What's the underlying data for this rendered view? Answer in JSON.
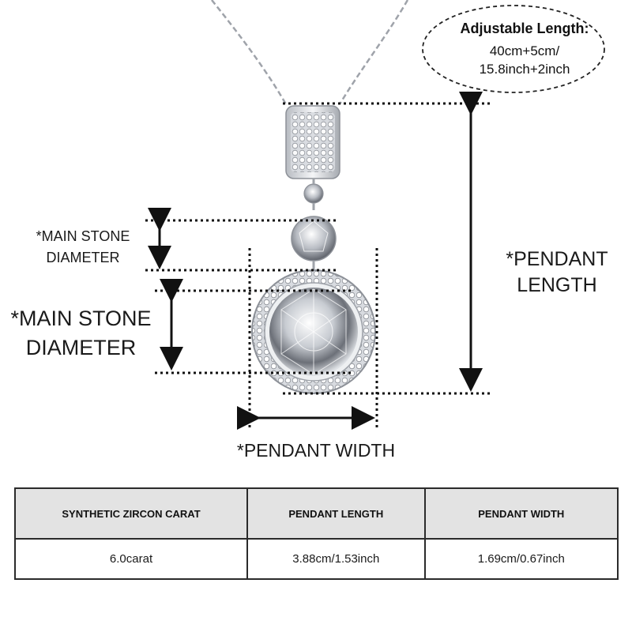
{
  "callout": {
    "title": "Adjustable Length:",
    "line1": "40cm+5cm/",
    "line2": "15.8inch+2inch"
  },
  "labels": {
    "main_stone_small": [
      "*MAIN STONE",
      "DIAMETER"
    ],
    "main_stone_large": [
      "*MAIN STONE",
      "DIAMETER"
    ],
    "pendant_length": [
      "*PENDANT",
      "LENGTH"
    ],
    "pendant_width": "*PENDANT WIDTH"
  },
  "table": {
    "headers": [
      "SYNTHETIC ZIRCON CARAT",
      "PENDANT LENGTH",
      "PENDANT WIDTH"
    ],
    "rows": [
      [
        "6.0carat",
        "3.88cm/1.53inch",
        "1.69cm/0.67inch"
      ]
    ]
  },
  "colors": {
    "header_fill": "#e3e3e3",
    "border": "#2b2b2b",
    "silver": "#c9ccd1",
    "guide_lines": "#111111"
  },
  "icons": {
    "product": "pendant-necklace-illustration"
  }
}
